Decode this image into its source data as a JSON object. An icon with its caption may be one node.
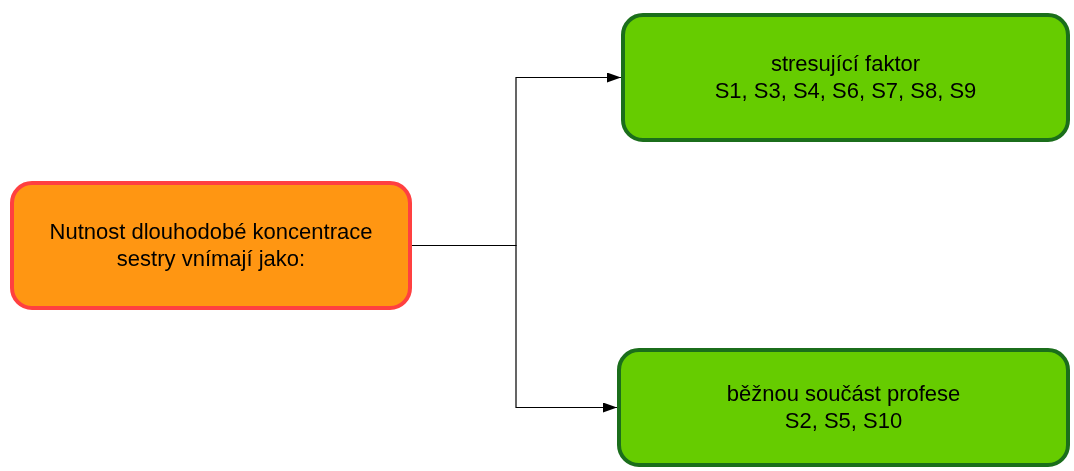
{
  "diagram": {
    "nodes": [
      {
        "text": [
          "Nutnost dlouhodobé koncentrace sestry vnímají jako:"
        ]
      },
      {
        "text": [
          "stresující faktor",
          "S1, S3, S4, S6, S7, S8, S9"
        ]
      },
      {
        "text": [
          "běžnou součást profese",
          "S2, S5, S10"
        ]
      }
    ],
    "edges": [
      {
        "from": 0,
        "to": 1,
        "arrow": "to"
      },
      {
        "from": 0,
        "to": 2,
        "arrow": "to"
      }
    ]
  }
}
